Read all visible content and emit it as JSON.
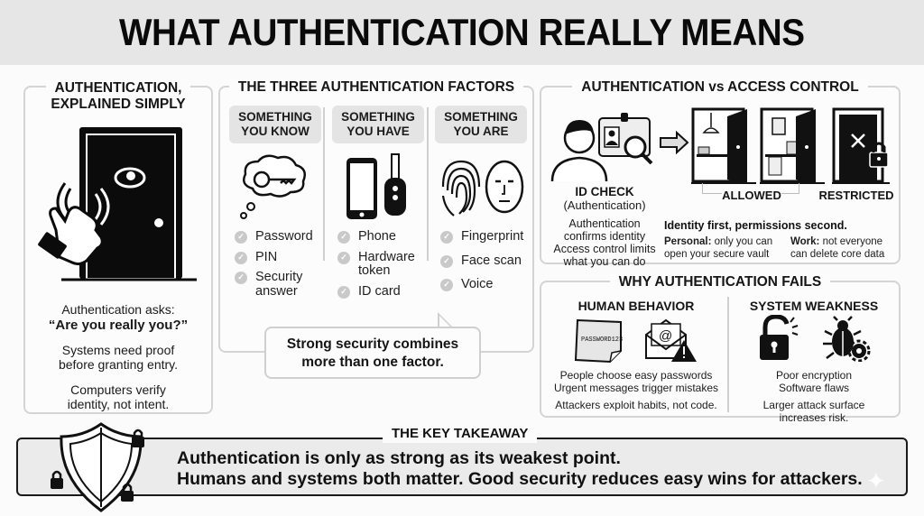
{
  "header": {
    "title": "WHAT AUTHENTICATION REALLY MEANS"
  },
  "explained": {
    "title_line1": "AUTHENTICATION,",
    "title_line2": "EXPLAINED SIMPLY",
    "icon": "door-knock-eye-icon",
    "asks": "Authentication asks:",
    "question": "“Are you really you?”",
    "proof_line1": "Systems need proof",
    "proof_line2": "before granting entry.",
    "verify_line1": "Computers verify",
    "verify_line2": "identity, not intent."
  },
  "factors": {
    "title": "THE THREE AUTHENTICATION FACTORS",
    "columns": [
      {
        "head_line1": "SOMETHING",
        "head_line2": "YOU KNOW",
        "icon": "thought-key-icon",
        "items": [
          "Password",
          "PIN",
          "Security answer"
        ]
      },
      {
        "head_line1": "SOMETHING",
        "head_line2": "YOU HAVE",
        "icon": "phone-keyfob-icon",
        "items": [
          "Phone",
          "Hardware token",
          "ID card"
        ]
      },
      {
        "head_line1": "SOMETHING",
        "head_line2": "YOU ARE",
        "icon": "fingerprint-face-icon",
        "items": [
          "Fingerprint",
          "Face scan",
          "Voice"
        ]
      }
    ],
    "callout_line1": "Strong security combines",
    "callout_line2": "more than one factor."
  },
  "access": {
    "title": "AUTHENTICATION vs ACCESS CONTROL",
    "id_check": "ID CHECK",
    "id_check_sub": "(Authentication)",
    "allowed": "ALLOWED",
    "restricted": "RESTRICTED",
    "desc_line1": "Authentication",
    "desc_line2": "confirms identity",
    "desc_line3": "Access control limits",
    "desc_line4": "what you can do",
    "principle": "Identity first, permissions second.",
    "personal_label": "Personal:",
    "personal_text1": " only you can",
    "personal_text2": "open your secure vault",
    "work_label": "Work:",
    "work_text1": " not everyone",
    "work_text2": "can delete core data"
  },
  "fails": {
    "title": "WHY AUTHENTICATION FAILS",
    "human": {
      "head": "HUMAN BEHAVIOR",
      "note_text": "PASSWORD123",
      "line1": "People choose easy passwords",
      "line2": "Urgent messages trigger mistakes",
      "line3": "Attackers exploit habits, not code."
    },
    "system": {
      "head": "SYSTEM WEAKNESS",
      "line1": "Poor encryption",
      "line2": "Software flaws",
      "line3": "Larger attack surface",
      "line4": "increases risk."
    }
  },
  "takeaway": {
    "label": "THE KEY TAKEAWAY",
    "line1": "Authentication is only as strong as its weakest point.",
    "line2": "Humans and systems both matter. Good security reduces easy wins for attackers."
  }
}
